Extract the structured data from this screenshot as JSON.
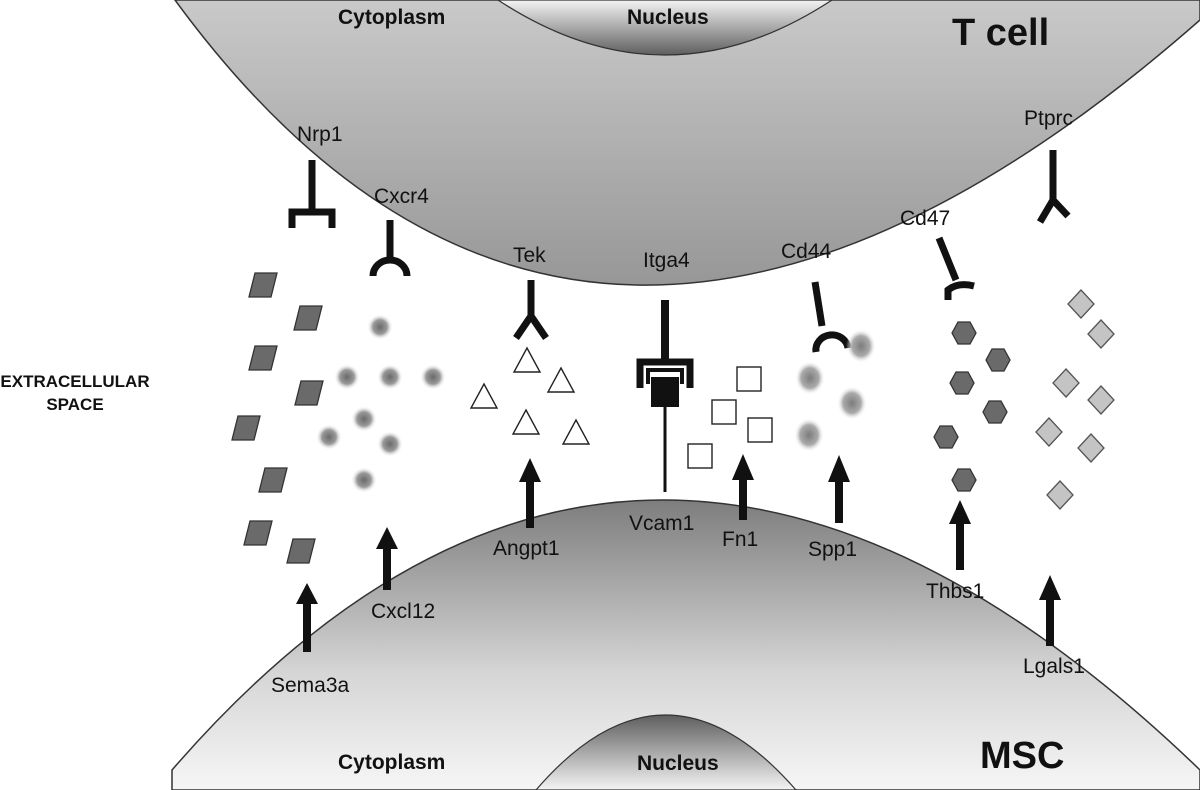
{
  "tcell": {
    "name": "T cell",
    "cytoplasm": "Cytoplasm",
    "nucleus": "Nucleus"
  },
  "msc": {
    "name": "MSC",
    "cytoplasm": "Cytoplasm",
    "nucleus": "Nucleus"
  },
  "extracellular": {
    "line1": "EXTRACELLULAR",
    "line2": "SPACE"
  },
  "receptors": [
    {
      "label": "Nrp1"
    },
    {
      "label": "Cxcr4"
    },
    {
      "label": "Tek"
    },
    {
      "label": "Itga4"
    },
    {
      "label": "Cd44"
    },
    {
      "label": "Cd47"
    },
    {
      "label": "Ptprc"
    }
  ],
  "ligands": [
    {
      "label": "Sema3a"
    },
    {
      "label": "Cxcl12"
    },
    {
      "label": "Angpt1"
    },
    {
      "label": "Vcam1"
    },
    {
      "label": "Fn1"
    },
    {
      "label": "Spp1"
    },
    {
      "label": "Thbs1"
    },
    {
      "label": "Lgals1"
    }
  ],
  "colors": {
    "cell_light": "#f2f2f2",
    "cell_mid": "#bdbdbd",
    "cell_dark": "#6e6e6e",
    "receptor": "#111111",
    "sema3a_shape": "#6a6a6a",
    "cxcl12_dot": "#7a7a7a",
    "thbs1_shape": "#6a6a6a",
    "lgals1_shape": "#c4c4c4"
  }
}
